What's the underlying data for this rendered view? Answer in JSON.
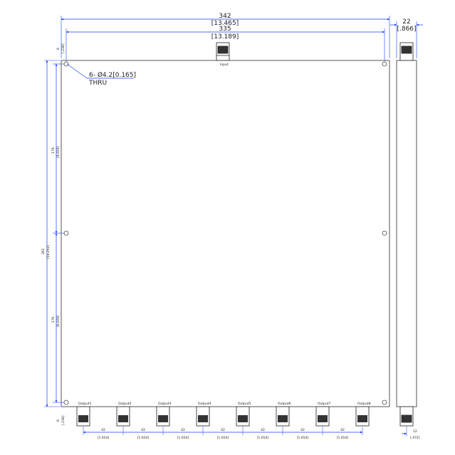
{
  "overall_width": {
    "mm": "342",
    "in": "[13.465]"
  },
  "hole_span": {
    "mm": "335",
    "in": "[13.189]"
  },
  "depth": {
    "mm": "22",
    "in": "[.866]"
  },
  "hole_note": {
    "line1": "6- Ø4.2[0.165]",
    "line2": "THRU"
  },
  "input_label": "Input",
  "total_height": {
    "mm": "362",
    "in": "[14.252]"
  },
  "segment_top": {
    "mm": "176",
    "in": "[6.929]"
  },
  "segment_bottom": {
    "mm": "176",
    "in": "[6.929]"
  },
  "edge_top": {
    "mm": "6",
    "in": "[.236]"
  },
  "edge_bottom": {
    "mm": "6",
    "in": "[.236]"
  },
  "side_bottom": {
    "mm": "12",
    "in": "[.472]"
  },
  "output_pitch": {
    "mm": "42",
    "in": "[1.654]"
  },
  "outputs": [
    "Output1",
    "Output2",
    "Output3",
    "Output4",
    "Output5",
    "Output6",
    "Output7",
    "Output8"
  ],
  "colors": {
    "dimension": "#1a3cff",
    "outline": "#555555",
    "connector": "#222222"
  }
}
